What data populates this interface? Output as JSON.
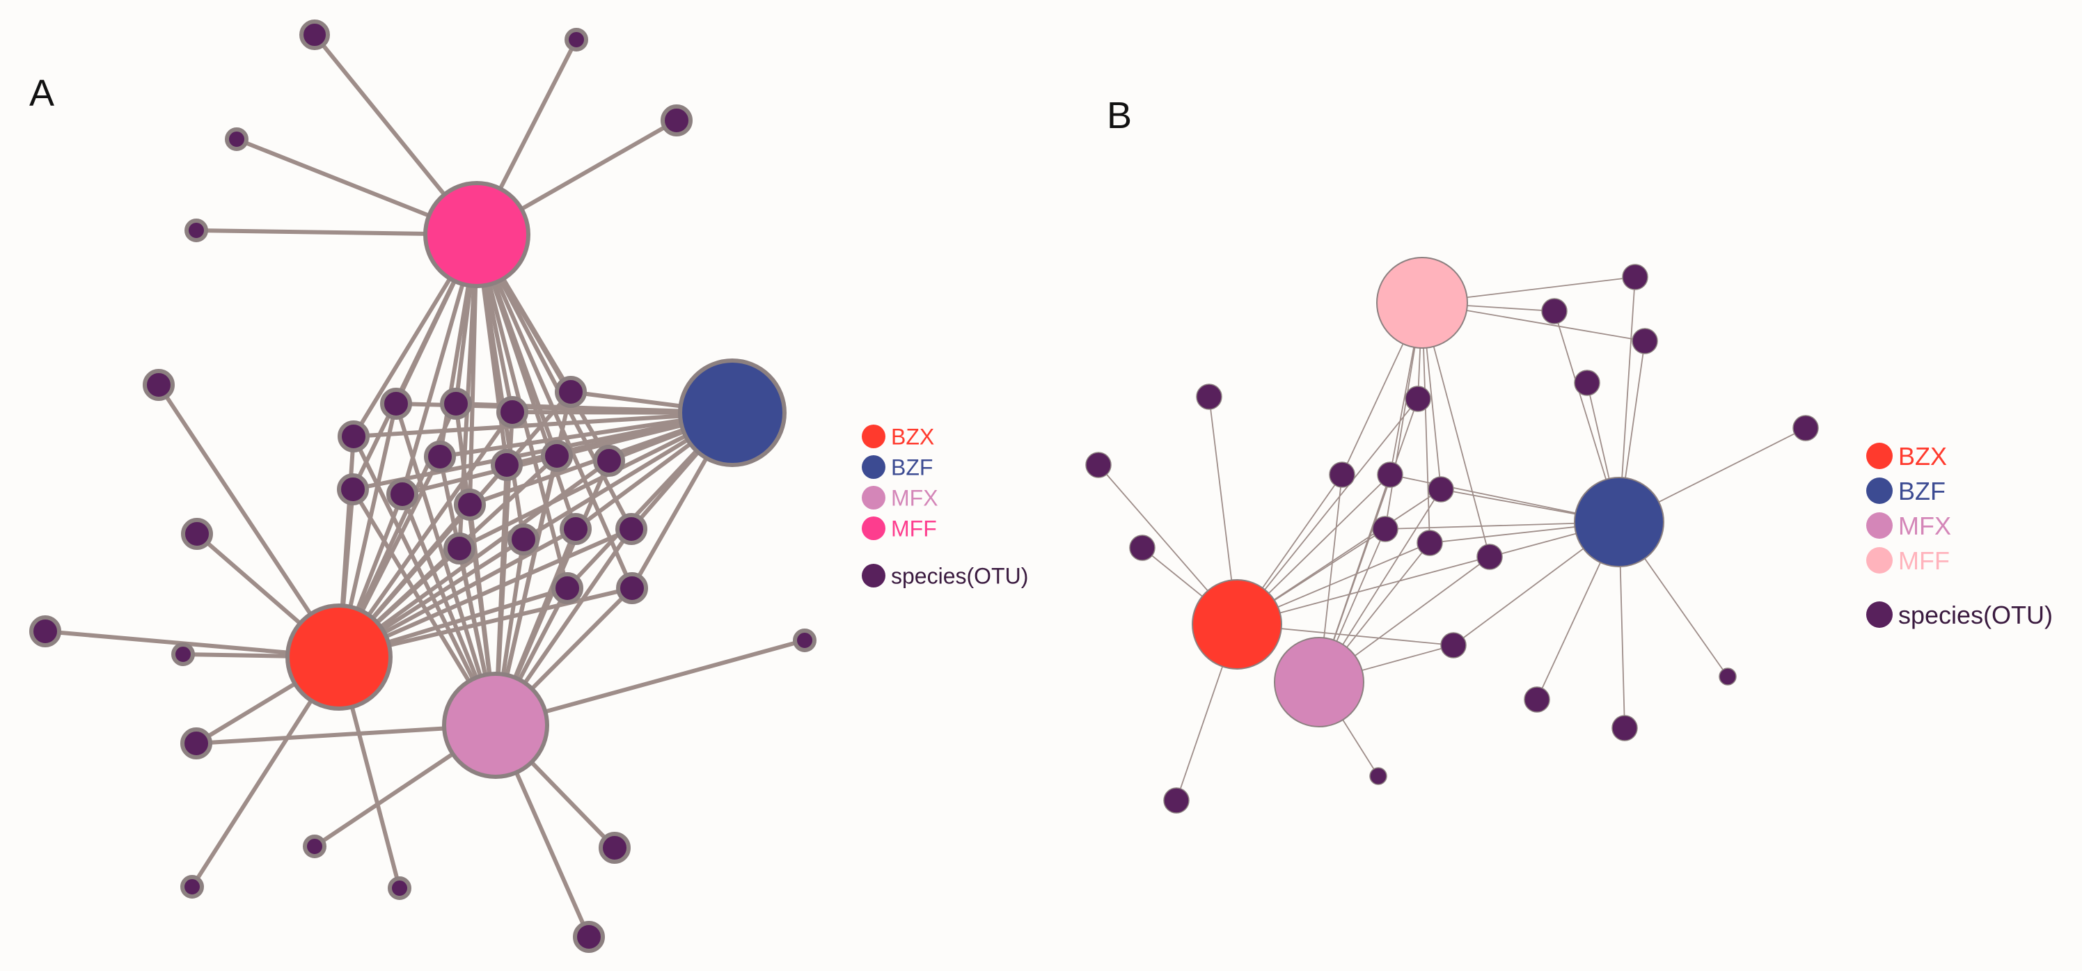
{
  "figure": {
    "background": "#fdfcfa",
    "edge_color": "#9e8d89",
    "node_outline_color": "#8c8080",
    "otu_color": "#58215c"
  },
  "groups": {
    "BZX": {
      "color": "#ff3a2d"
    },
    "BZF": {
      "color": "#3c4b92"
    },
    "MFX": {
      "color": "#d486b8"
    },
    "MFF_A": {
      "color": "#fd3d8e"
    },
    "MFF_B": {
      "color": "#ffb3bc"
    }
  },
  "panels": [
    {
      "id": "A",
      "label": "A",
      "legend": [
        {
          "label": "BZX",
          "color": "#ff3a2d"
        },
        {
          "label": "BZF",
          "color": "#3c4b92"
        },
        {
          "label": "MFX",
          "color": "#d486b8"
        },
        {
          "label": "MFF",
          "color": "#fd3d8e"
        },
        {
          "label": "species(OTU)",
          "color": "#58215c"
        }
      ]
    },
    {
      "id": "B",
      "label": "B",
      "legend": [
        {
          "label": "BZX",
          "color": "#ff3a2d"
        },
        {
          "label": "BZF",
          "color": "#3c4b92"
        },
        {
          "label": "MFX",
          "color": "#d486b8"
        },
        {
          "label": "MFF",
          "color": "#ffb3bc"
        },
        {
          "label": "species(OTU)",
          "color": "#58215c"
        }
      ]
    }
  ]
}
